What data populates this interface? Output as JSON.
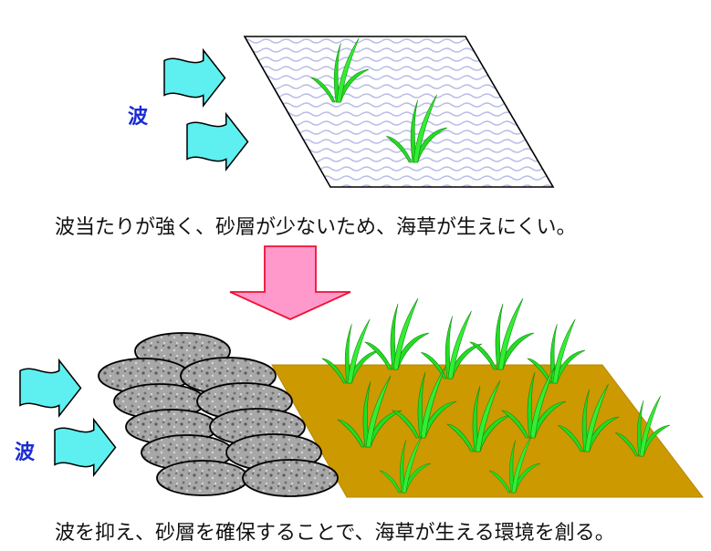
{
  "top_panel": {
    "wave_label": "波",
    "caption": "波当たりが強く、砂層が少ないため、海草が生えにくい。"
  },
  "bottom_panel": {
    "wave_label": "波",
    "caption": "波を抑え、砂層を確保することで、海草が生える環境を創る。"
  },
  "colors": {
    "wave_arrow": "#5ef0f0",
    "wave_label": "#1a2bd6",
    "sand": "#cc9900",
    "seagrass": "#22dd22",
    "transition_arrow": "#ff99cc",
    "transition_arrow_border": "#ee1133",
    "stone": "#9a9a9a"
  },
  "icons": {
    "wave_arrow": "wave-arrow-icon",
    "transition": "down-arrow-icon",
    "seagrass": "seagrass-icon",
    "stone": "stone-block-icon"
  }
}
